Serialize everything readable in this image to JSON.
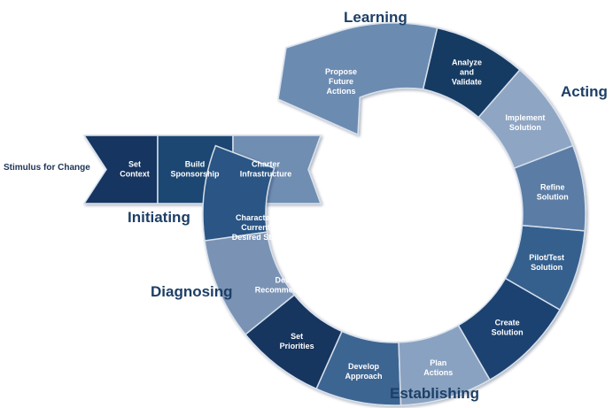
{
  "diagram": {
    "stimulus": "Stimulus for Change",
    "phases": {
      "initiating": "Initiating",
      "diagnosing": "Diagnosing",
      "establishing": "Establishing",
      "acting": "Acting",
      "learning": "Learning"
    },
    "ring_segments": [
      {
        "id": "characterize",
        "label": "Characterize\nCurrent &\nDesired States",
        "fill": "#2a5584",
        "text": "#ffffff"
      },
      {
        "id": "develop-recommendations",
        "label": "Develop\nRecommendations",
        "fill": "#7a93b4",
        "text": "#ffffff"
      },
      {
        "id": "set-priorities",
        "label": "Set\nPriorities",
        "fill": "#14365f",
        "text": "#ffffff"
      },
      {
        "id": "develop-approach",
        "label": "Develop\nApproach",
        "fill": "#3d6591",
        "text": "#ffffff"
      },
      {
        "id": "plan-actions",
        "label": "Plan\nActions",
        "fill": "#8aa2c1",
        "text": "#ffffff"
      },
      {
        "id": "create-solution",
        "label": "Create\nSolution",
        "fill": "#1d4371",
        "text": "#ffffff"
      },
      {
        "id": "pilot-test-solution",
        "label": "Pilot/Test\nSolution",
        "fill": "#35608e",
        "text": "#ffffff"
      },
      {
        "id": "refine-solution",
        "label": "Refine\nSolution",
        "fill": "#5a7ca5",
        "text": "#ffffff"
      },
      {
        "id": "implement-solution",
        "label": "Implement\nSolution",
        "fill": "#8ea5c3",
        "text": "#ffffff"
      },
      {
        "id": "analyze-validate",
        "label": "Analyze\nand\nValidate",
        "fill": "#163a64",
        "text": "#ffffff"
      },
      {
        "id": "propose-future-actions",
        "label": "Propose\nFuture\nActions",
        "fill": "#6c8bb1",
        "text": "#ffffff"
      }
    ],
    "initiating_band": [
      {
        "id": "set-context",
        "label": "Set\nContext",
        "fill": "#143660"
      },
      {
        "id": "build-sponsorship",
        "label": "Build\nSponsorship",
        "fill": "#1f4772"
      },
      {
        "id": "charter-infrastructure",
        "label": "Charter\nInfrastructure",
        "fill": "#6f8db2"
      }
    ],
    "colors": {
      "phase_label": "#1d3f66",
      "ring_edge": "#d6e0ec"
    }
  }
}
